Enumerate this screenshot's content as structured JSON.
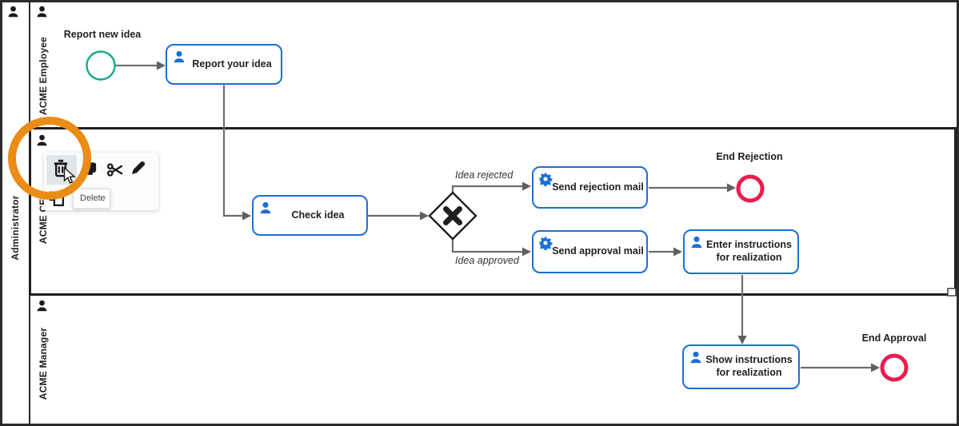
{
  "pool": {
    "label": "Administrator"
  },
  "lanes": [
    {
      "label": "ACME Employee"
    },
    {
      "label": "ACME CEO",
      "selected": "true"
    },
    {
      "label": "ACME Manager"
    }
  ],
  "nodes": {
    "start_event": {
      "label": "Report new idea",
      "type": "start-event"
    },
    "task_report": {
      "label": "Report your idea",
      "type": "user-task"
    },
    "task_check": {
      "label": "Check idea",
      "type": "user-task"
    },
    "gateway": {
      "type": "exclusive-gateway"
    },
    "task_send_rejection": {
      "label": "Send rejection mail",
      "type": "service-task"
    },
    "task_send_approval": {
      "label": "Send approval mail",
      "type": "service-task"
    },
    "task_enter_instructions": {
      "label": "Enter instructions for realization",
      "type": "user-task"
    },
    "task_show_instructions": {
      "label": "Show instructions for realization",
      "type": "user-task"
    },
    "end_rejection": {
      "label": "End Rejection",
      "type": "end-event"
    },
    "end_approval": {
      "label": "End Approval",
      "type": "end-event"
    }
  },
  "flows": {
    "idea_rejected": "Idea rejected",
    "idea_approved": "Idea approved"
  },
  "context_pad": {
    "tooltip": "Delete",
    "icons": [
      "delete-trash",
      "copy-screen",
      "cut-scissors",
      "color-picker-pen",
      "duplicate-squares"
    ]
  },
  "colors": {
    "task_border": "#1c6fd4",
    "start_event": "#12a98c",
    "end_event": "#e91e4e",
    "annotation": "#ea8c16",
    "connector": "#6d6d6d"
  }
}
